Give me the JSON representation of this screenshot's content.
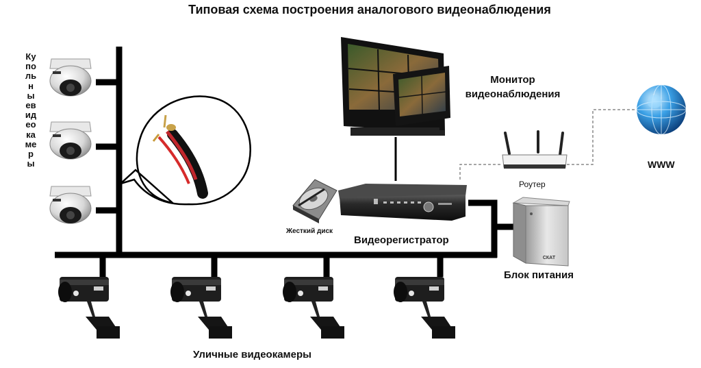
{
  "title": "Типовая схема построения аналогового видеонаблюдения",
  "labels": {
    "dome_cameras": "Купольные видеокамеры",
    "monitor": "Монитор видеонаблюдения",
    "internet": "WWW",
    "router": "Роутер",
    "hard_disk": "Жесткий диск",
    "dvr": "Видеорегистратор",
    "power_supply": "Блок питания",
    "street_cameras": "Уличные видеокамеры"
  },
  "device_text": {
    "psu_brand": "СКАТ"
  }
}
